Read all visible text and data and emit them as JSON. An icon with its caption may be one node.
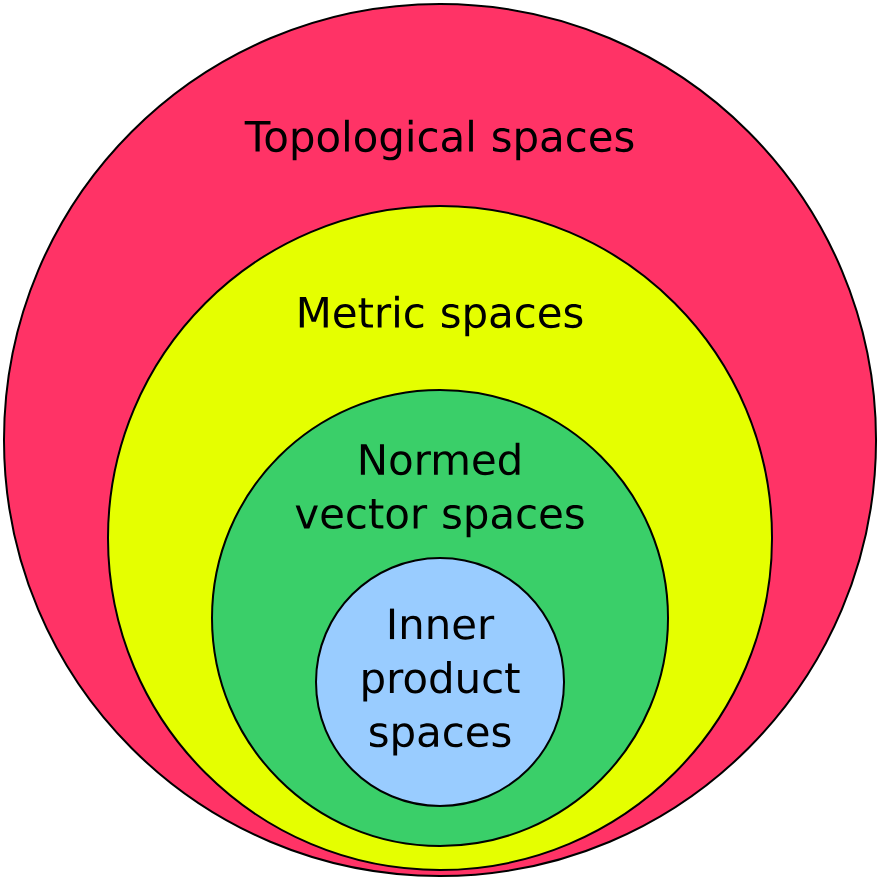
{
  "diagram": {
    "nodes": [
      {
        "text": [
          "Topological spaces"
        ]
      },
      {
        "text": [
          "Metric spaces"
        ],
        "in": 0
      },
      {
        "text": [
          "Normed vector spaces"
        ],
        "in": 1
      },
      {
        "text": [
          "Inner product spaces"
        ],
        "in": 2
      }
    ]
  }
}
